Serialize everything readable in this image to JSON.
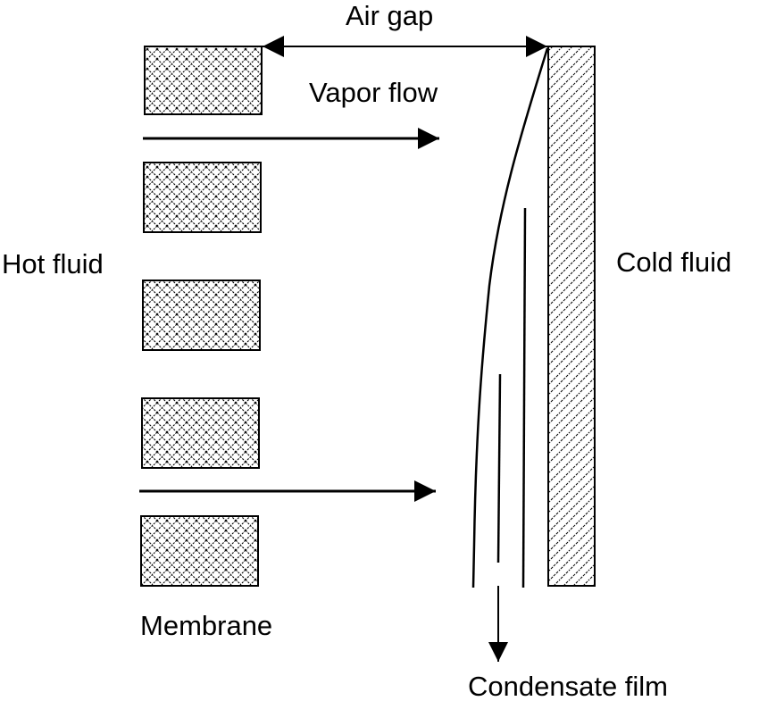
{
  "diagram": {
    "title": "Air gap membrane distillation schematic",
    "labels": {
      "air_gap": "Air gap",
      "vapor_flow": "Vapor flow",
      "hot_fluid": "Hot fluid",
      "cold_fluid": "Cold fluid",
      "membrane": "Membrane",
      "condensate_film": "Condensate film"
    },
    "components": {
      "membrane_segments": 5,
      "vapor_flow_arrows": 2,
      "membrane_pattern": "crosshatch",
      "cold_wall_pattern": "diagonal-hatch"
    },
    "colors": {
      "ink": "#000000",
      "background": "#ffffff"
    }
  }
}
